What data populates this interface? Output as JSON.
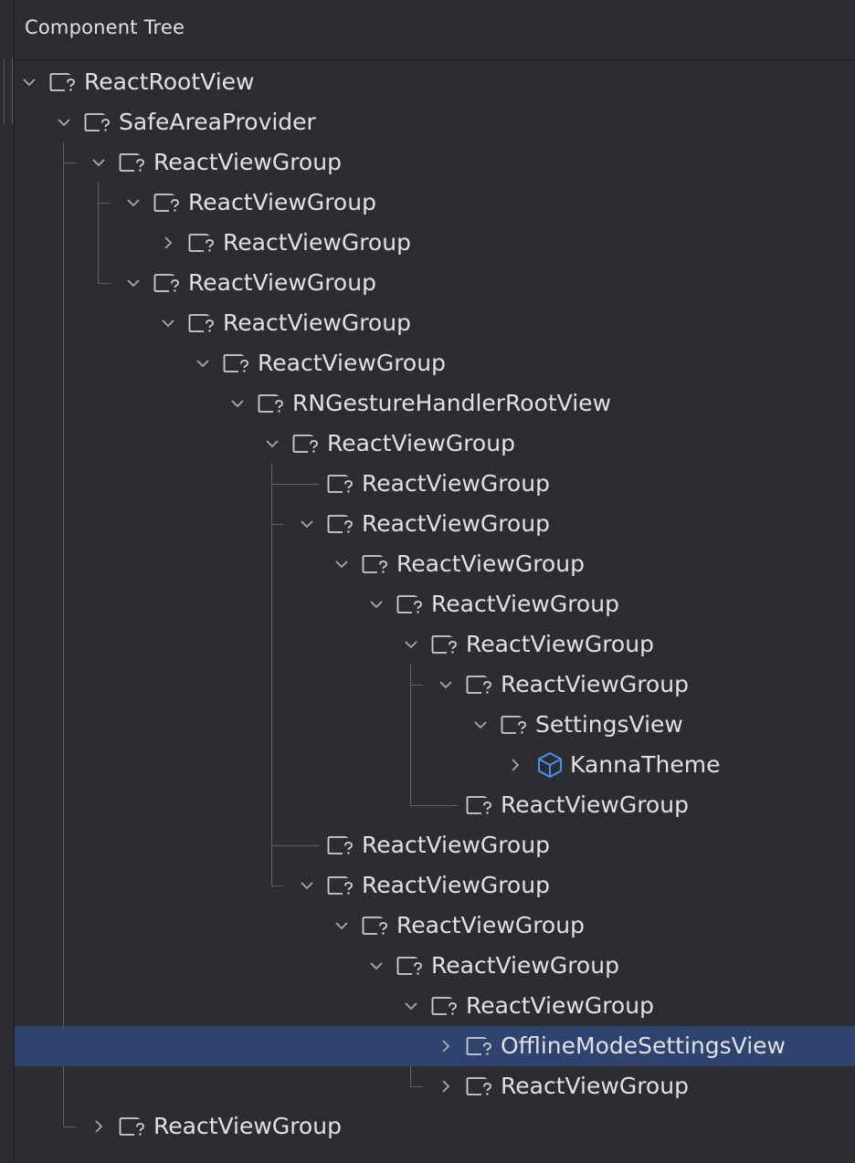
{
  "panel": {
    "title": "Component Tree"
  },
  "icons": {
    "view": "view-unknown-icon",
    "theme": "theme-cube-icon",
    "theme_color": "#4a8ff0",
    "selection_color": "#2e436e"
  },
  "tree": {
    "nodes": [
      {
        "label": "ReactRootView",
        "state": "expanded",
        "icon": "view"
      },
      {
        "label": "SafeAreaProvider",
        "state": "expanded",
        "icon": "view"
      },
      {
        "label": "ReactViewGroup",
        "state": "expanded",
        "icon": "view"
      },
      {
        "label": "ReactViewGroup",
        "state": "expanded",
        "icon": "view"
      },
      {
        "label": "ReactViewGroup",
        "state": "collapsed",
        "icon": "view"
      },
      {
        "label": "ReactViewGroup",
        "state": "expanded",
        "icon": "view"
      },
      {
        "label": "ReactViewGroup",
        "state": "expanded",
        "icon": "view"
      },
      {
        "label": "ReactViewGroup",
        "state": "expanded",
        "icon": "view"
      },
      {
        "label": "RNGestureHandlerRootView",
        "state": "expanded",
        "icon": "view"
      },
      {
        "label": "ReactViewGroup",
        "state": "expanded",
        "icon": "view"
      },
      {
        "label": "ReactViewGroup",
        "state": "leaf",
        "icon": "view"
      },
      {
        "label": "ReactViewGroup",
        "state": "expanded",
        "icon": "view"
      },
      {
        "label": "ReactViewGroup",
        "state": "expanded",
        "icon": "view"
      },
      {
        "label": "ReactViewGroup",
        "state": "expanded",
        "icon": "view"
      },
      {
        "label": "ReactViewGroup",
        "state": "expanded",
        "icon": "view"
      },
      {
        "label": "ReactViewGroup",
        "state": "expanded",
        "icon": "view"
      },
      {
        "label": "SettingsView",
        "state": "expanded",
        "icon": "view"
      },
      {
        "label": "KannaTheme",
        "state": "collapsed",
        "icon": "theme"
      },
      {
        "label": "ReactViewGroup",
        "state": "leaf",
        "icon": "view"
      },
      {
        "label": "ReactViewGroup",
        "state": "leaf",
        "icon": "view"
      },
      {
        "label": "ReactViewGroup",
        "state": "expanded",
        "icon": "view"
      },
      {
        "label": "ReactViewGroup",
        "state": "expanded",
        "icon": "view"
      },
      {
        "label": "ReactViewGroup",
        "state": "expanded",
        "icon": "view"
      },
      {
        "label": "ReactViewGroup",
        "state": "expanded",
        "icon": "view"
      },
      {
        "label": "OfflineModeSettingsView",
        "state": "collapsed",
        "icon": "view",
        "selected": true
      },
      {
        "label": "ReactViewGroup",
        "state": "collapsed",
        "icon": "view"
      },
      {
        "label": "ReactViewGroup",
        "state": "collapsed",
        "icon": "view"
      }
    ]
  }
}
